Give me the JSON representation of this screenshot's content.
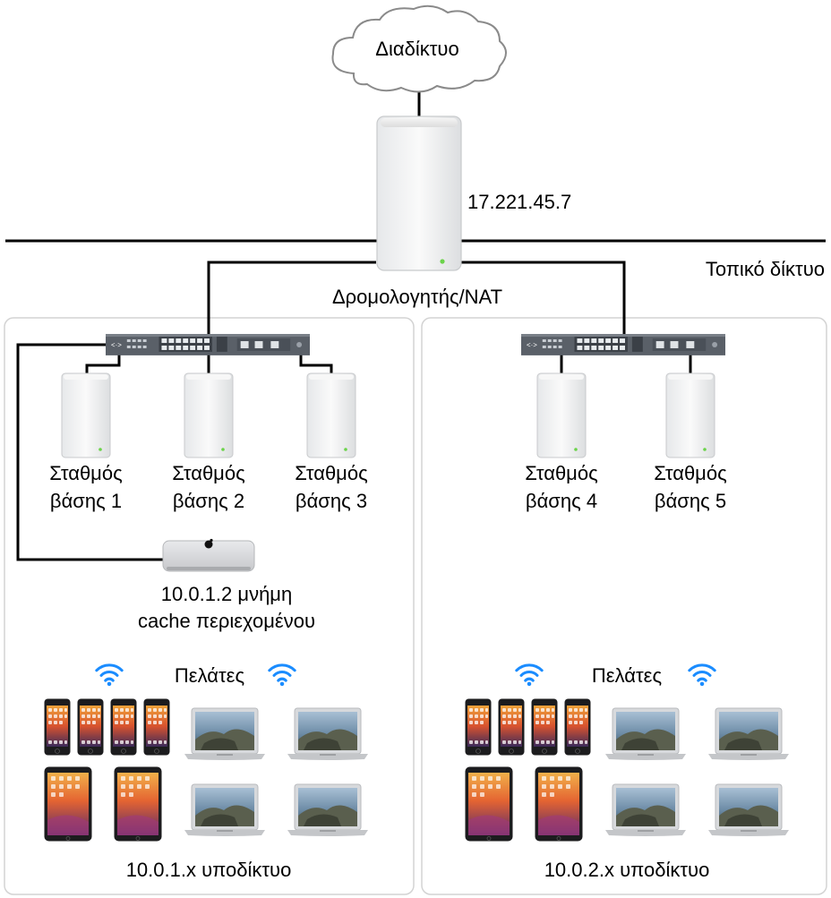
{
  "internet": {
    "label": "Διαδίκτυο"
  },
  "router": {
    "ip": "17.221.45.7",
    "label": "Δρομολογητής/NAT"
  },
  "local_network": {
    "label": "Τοπικό δίκτυο"
  },
  "subnet1": {
    "stations": [
      {
        "line1": "Σταθμός",
        "line2": "βάσης 1"
      },
      {
        "line1": "Σταθμός",
        "line2": "βάσης 2"
      },
      {
        "line1": "Σταθμός",
        "line2": "βάσης 3"
      }
    ],
    "cache": {
      "line1": "10.0.1.2 μνήμη",
      "line2": "cache περιεχομένου"
    },
    "clients_label": "Πελάτες",
    "subnet_label": "10.0.1.x υποδίκτυο"
  },
  "subnet2": {
    "stations": [
      {
        "line1": "Σταθμός",
        "line2": "βάσης 4"
      },
      {
        "line1": "Σταθμός",
        "line2": "βάσης 5"
      }
    ],
    "clients_label": "Πελάτες",
    "subnet_label": "10.0.2.x υποδίκτυο"
  },
  "colors": {
    "line": "#000000",
    "panel_border": "#d0d0d0",
    "led": "#6bd34a",
    "switch_body": "#5a6068"
  },
  "icons": [
    "cloud-icon",
    "router-icon",
    "switch-icon",
    "base-station-icon",
    "mac-mini-icon",
    "wifi-icon",
    "iphone-icon",
    "ipad-icon",
    "macbook-icon"
  ]
}
